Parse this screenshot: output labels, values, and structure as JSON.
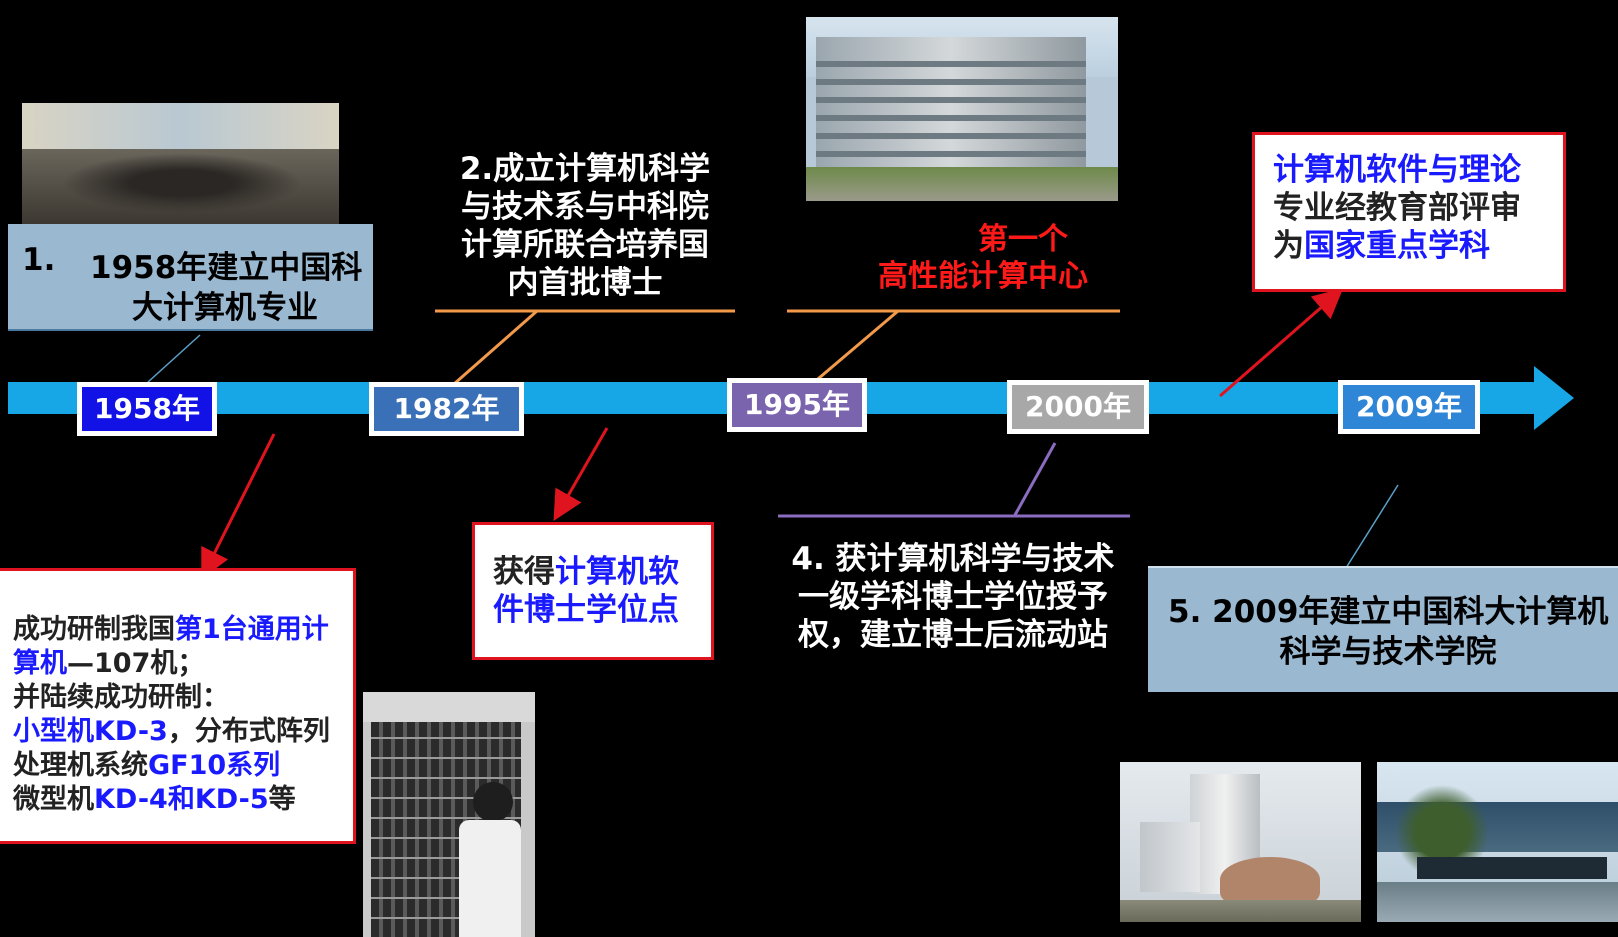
{
  "timeline": {
    "years": [
      "1958年",
      "1982年",
      "1995年",
      "2000年",
      "2009年"
    ]
  },
  "events": {
    "e1958_title": {
      "num": "1.",
      "line1": "1958年建立中国科",
      "line2": "大计算机专业"
    },
    "e1982_top": [
      "2.成立计算机科学",
      "与技术系与中科院",
      "计算所联合培养国",
      "内首批博士"
    ],
    "e1995": {
      "line1": "第一个",
      "line2": "高性能计算中心"
    },
    "e2000": [
      "4. 获计算机科学与技术",
      "一级学科博士学位授予",
      "权，建立博士后流动站"
    ],
    "e2009": [
      "5. 2009年建立中国科大计算机",
      "科学与技术学院"
    ],
    "software": {
      "l1": "计算机软件与理论",
      "l2": "专业经教育部评审",
      "l3a": "为",
      "l3b": "国家重点学科"
    },
    "phd_box": {
      "a": "获得",
      "b": "计算机软",
      "c": "件博士学位点"
    },
    "computer_box": {
      "l1a": "成功研制我国",
      "l1b": "第1台通用计",
      "l2a": "算机",
      "l2b": "—107机；",
      "l3": "并陆续成功研制：",
      "l4a": "小型机KD-3",
      "l4b": "，分布式阵列",
      "l5a": "处理机系统",
      "l5b": "GF10系列",
      "l6a": "微型机",
      "l6b": "KD-4和KD-5",
      "l6c": "等"
    }
  },
  "colors": {
    "timeline": "#17a6e6",
    "y1958": "#1212e6",
    "y1982": "#3a70b8",
    "y1995": "#7a64ad",
    "y2000": "#a8a8a8",
    "y2009": "#2f86d6",
    "red_border": "#e0141e",
    "blue_text": "#1a1aff"
  }
}
